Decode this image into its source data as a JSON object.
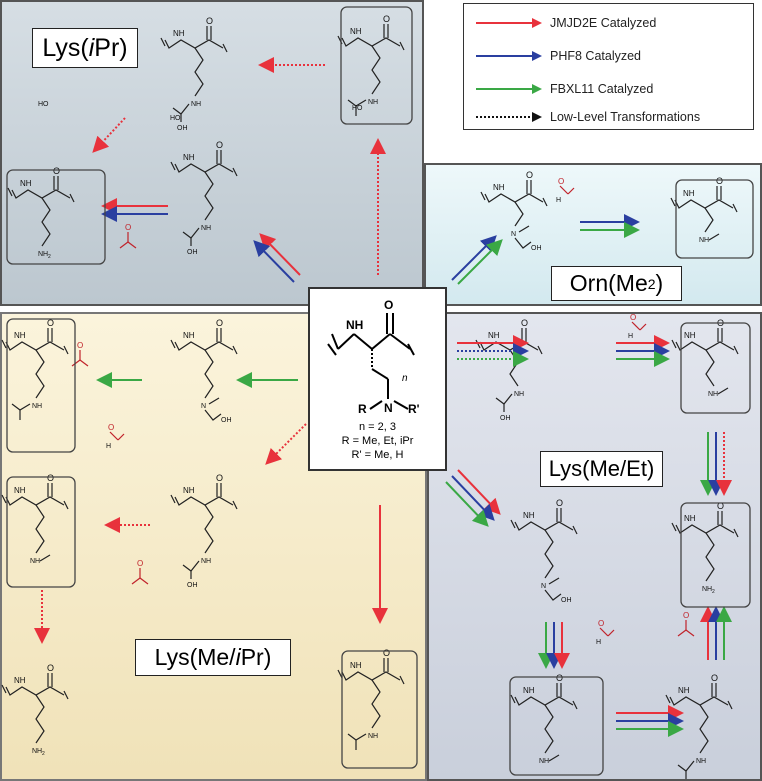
{
  "legend": {
    "items": [
      {
        "label": "JMJD2E Catalyzed",
        "color": "#e8323c",
        "style": "solid"
      },
      {
        "label": "PHF8 Catalyzed",
        "color": "#2a3fa0",
        "style": "solid"
      },
      {
        "label": "FBXL11 Catalyzed",
        "color": "#3aa845",
        "style": "solid"
      },
      {
        "label": "Low-Level Transformations",
        "color": "#111111",
        "style": "dotted"
      }
    ]
  },
  "panels": {
    "lys_ipr": {
      "label_pre": "Lys(",
      "label_it": "i",
      "label_post": "Pr)",
      "color": "#c9d4dc"
    },
    "orn_me2": {
      "label_pre": "Orn(Me",
      "label_sub": "2",
      "label_post": ")",
      "color": "#dff0f4"
    },
    "lys_me_ipr": {
      "label_pre": "Lys(Me/",
      "label_it": "i",
      "label_post": "Pr)",
      "color": "#f6eccb"
    },
    "lys_me_et": {
      "label": "Lys(Me/Et)",
      "color": "#d9dde6"
    }
  },
  "center": {
    "n_line": "n = 2, 3",
    "n_italic": "n",
    "r_line": "R = Me, Et, iPr",
    "rp_line": "R' = Me, H"
  },
  "atoms": {
    "nh": "NH",
    "o": "O",
    "n": "N",
    "oh": "OH",
    "ho": "HO",
    "nh2": "NH2",
    "nh_sub": "2",
    "r": "R",
    "rp": "R'",
    "n_sub": "n",
    "h": "H",
    "o_lbl": "O"
  },
  "colors": {
    "red": "#e8323c",
    "blue": "#2a3fa0",
    "green": "#3aa845",
    "black": "#111111"
  }
}
